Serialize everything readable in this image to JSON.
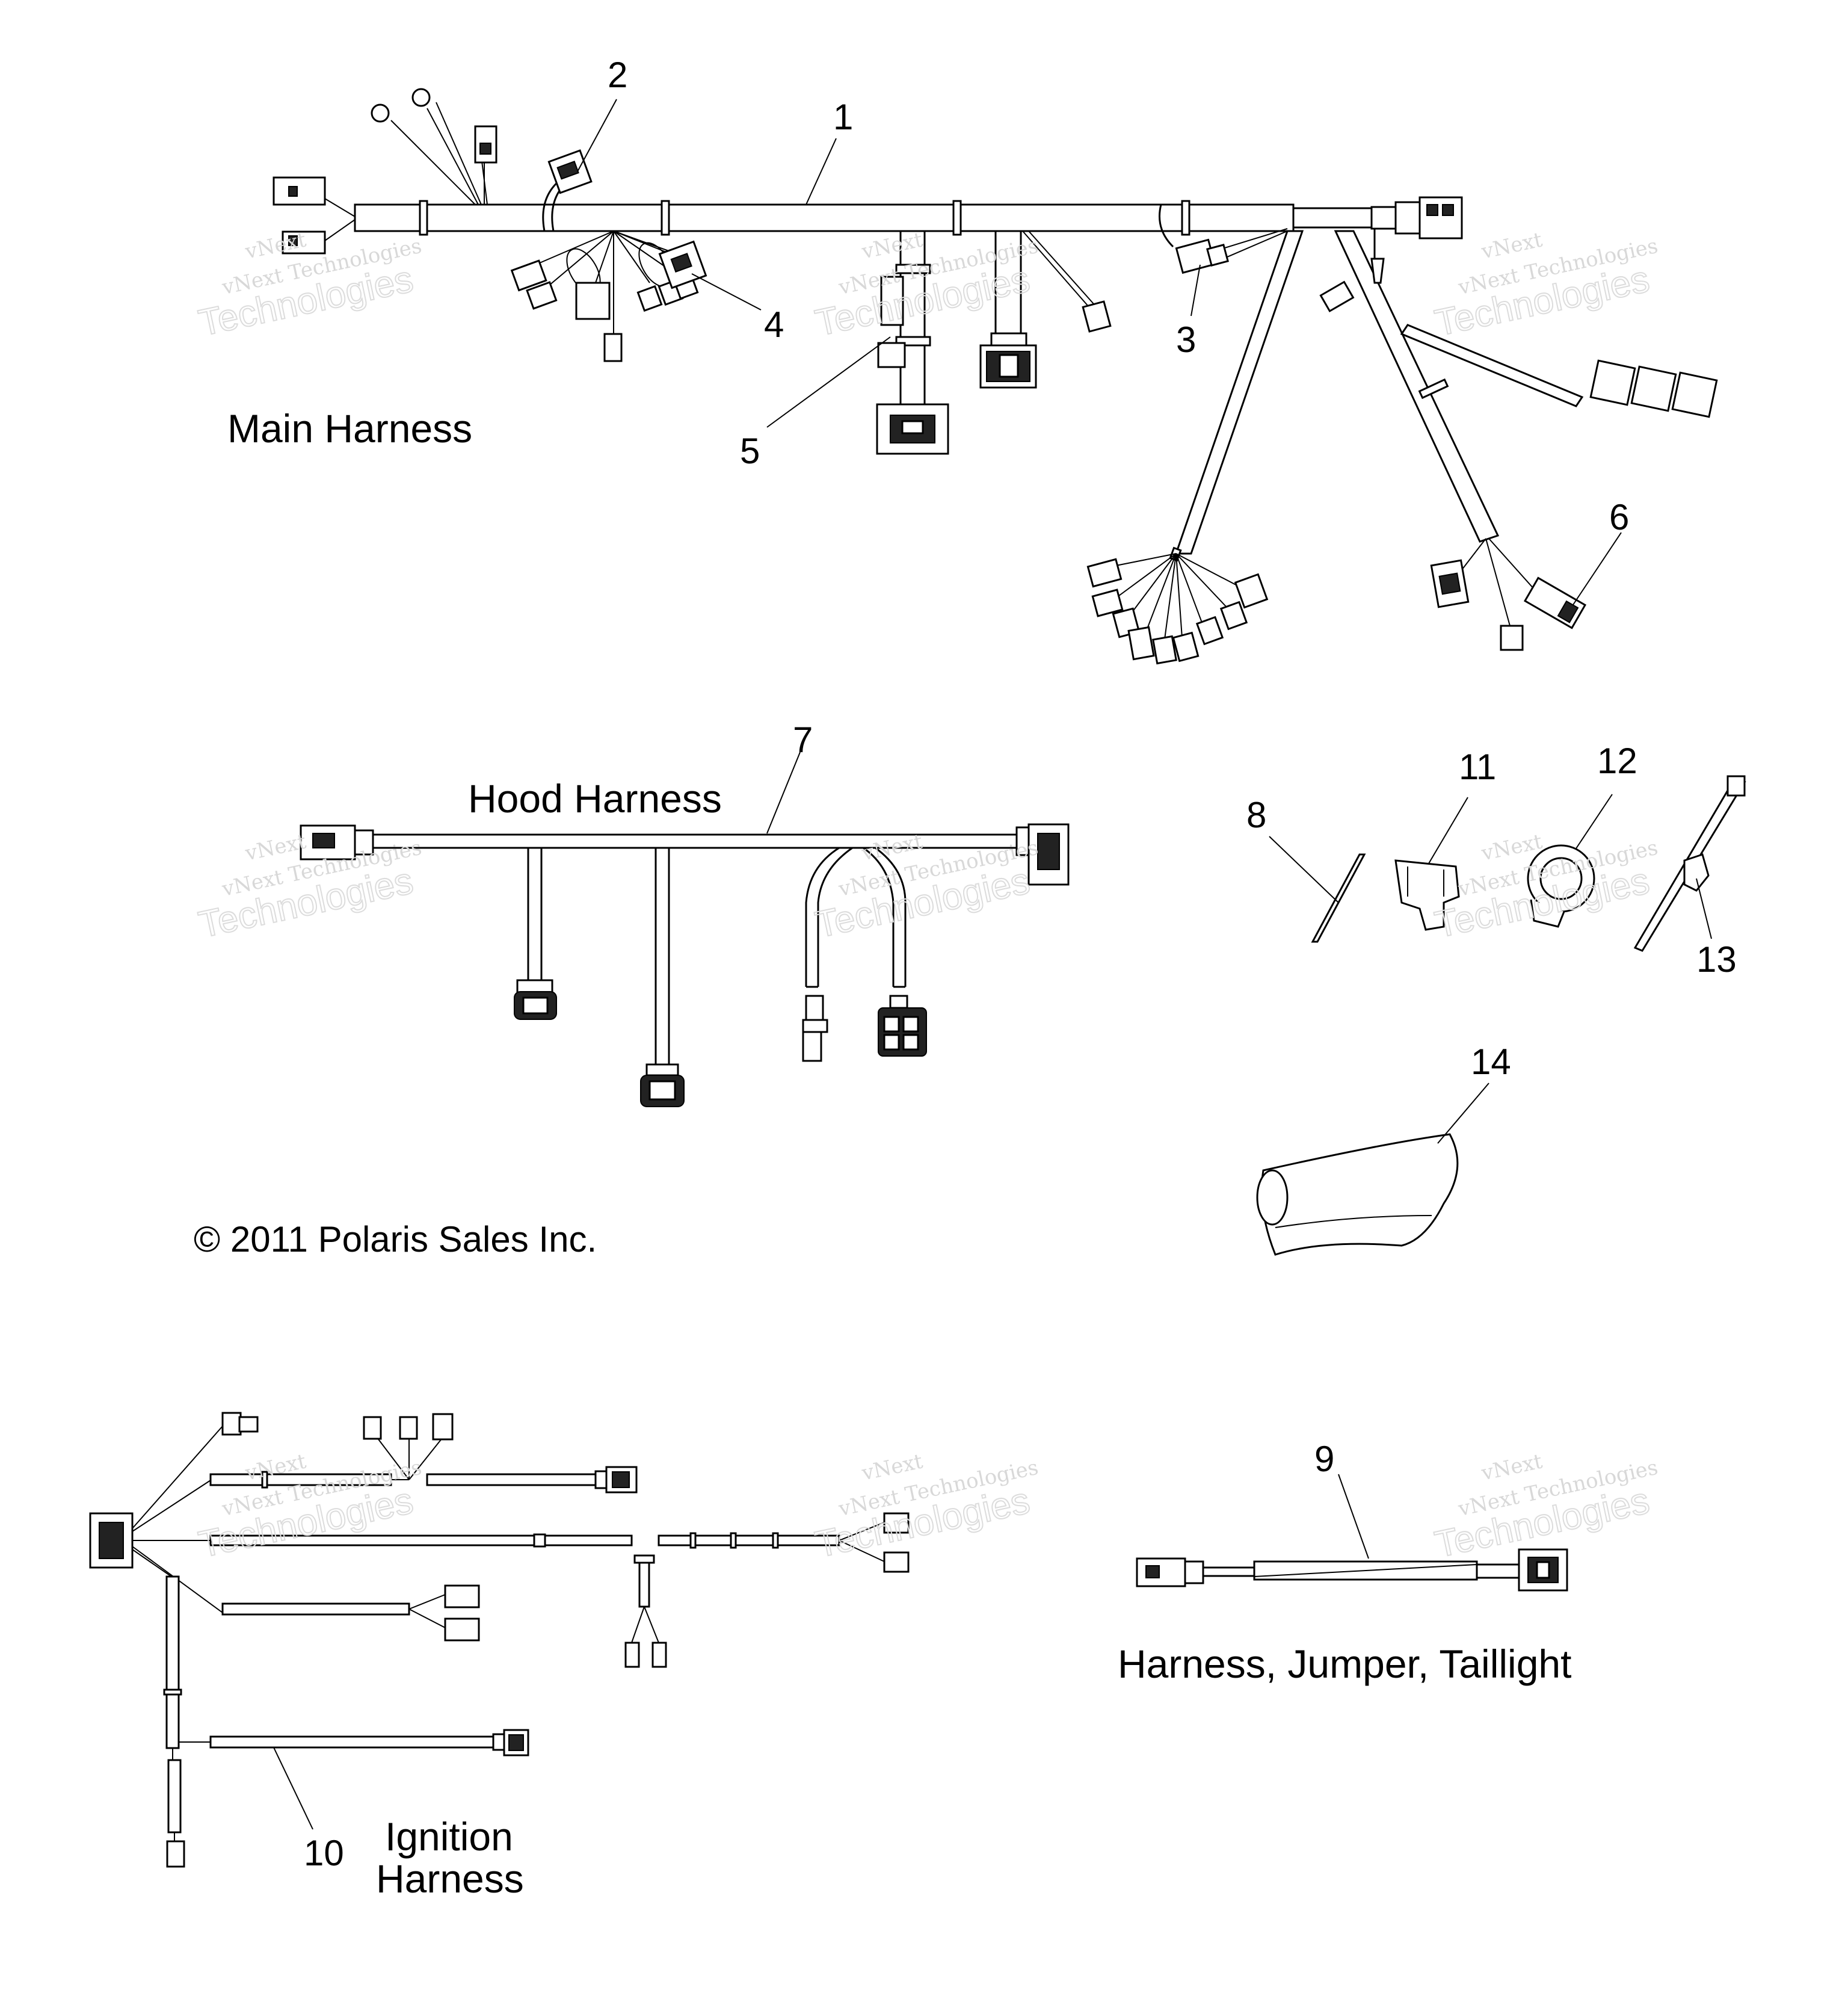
{
  "sections": {
    "main": "Main Harness",
    "hood": "Hood Harness",
    "jumper": "Harness, Jumper, Taillight",
    "ignition_line1": "Ignition",
    "ignition_line2": "Harness"
  },
  "copyright": "© 2011 Polaris Sales Inc.",
  "callouts": [
    "1",
    "2",
    "3",
    "4",
    "5",
    "6",
    "7",
    "8",
    "9",
    "10",
    "11",
    "12",
    "13",
    "14"
  ],
  "watermark": {
    "line1": "vNext",
    "line2": "vNext Technologies",
    "line3": "Technologies"
  }
}
